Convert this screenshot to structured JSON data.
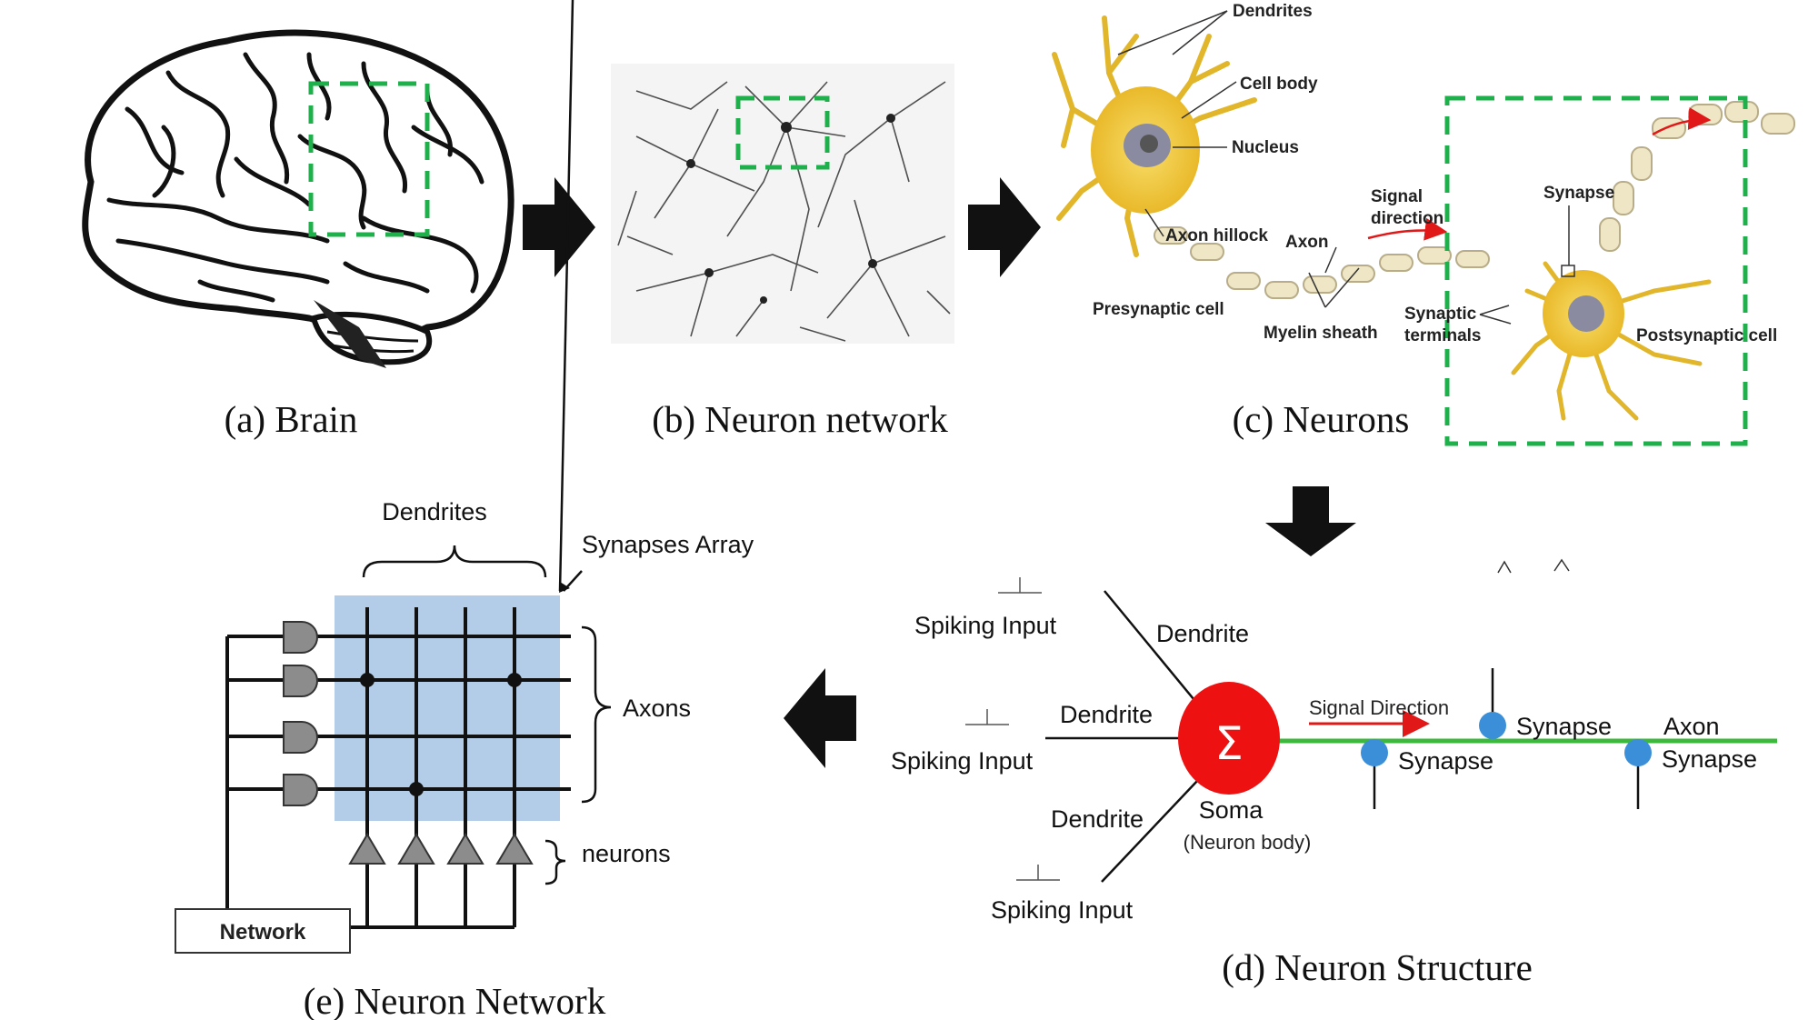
{
  "captions": {
    "a": "(a) Brain",
    "b": "(b) Neuron network",
    "c": "(c) Neurons",
    "d": "(d) Neuron Structure",
    "e": "(e) Neuron Network"
  },
  "neurons_panel": {
    "dendrites": "Dendrites",
    "cell_body": "Cell body",
    "nucleus": "Nucleus",
    "axon_hillock": "Axon hillock",
    "axon": "Axon",
    "signal_direction_1": "Signal",
    "signal_direction_2": "direction",
    "synapse": "Synapse",
    "presynaptic_cell": "Presynaptic cell",
    "myelin_sheath": "Myelin sheath",
    "synaptic_terminals_1": "Synaptic",
    "synaptic_terminals_2": "terminals",
    "postsynaptic_cell": "Postsynaptic cell"
  },
  "structure_panel": {
    "spiking_input_1": "Spiking Input",
    "spiking_input_2": "Spiking Input",
    "spiking_input_3": "Spiking Input",
    "dendrite_1": "Dendrite",
    "dendrite_2": "Dendrite",
    "dendrite_3": "Dendrite",
    "sigma": "Σ",
    "soma": "Soma",
    "neuron_body": "(Neuron body)",
    "signal_direction": "Signal Direction",
    "synapse_1": "Synapse",
    "synapse_2": "Synapse",
    "synapse_3": "Synapse",
    "axon": "Axon"
  },
  "network_panel": {
    "dendrites": "Dendrites",
    "synapses_array": "Synapses Array",
    "axons": "Axons",
    "neurons": "neurons",
    "network": "Network"
  },
  "colors": {
    "highlight_box": "#1eb04a",
    "synapse_array": "#b3cde8",
    "soma": "#ee1111",
    "axon_line": "#3cb83c",
    "synapse_dot": "#3b8fd8",
    "neuron_yellow": "#f2c734"
  }
}
